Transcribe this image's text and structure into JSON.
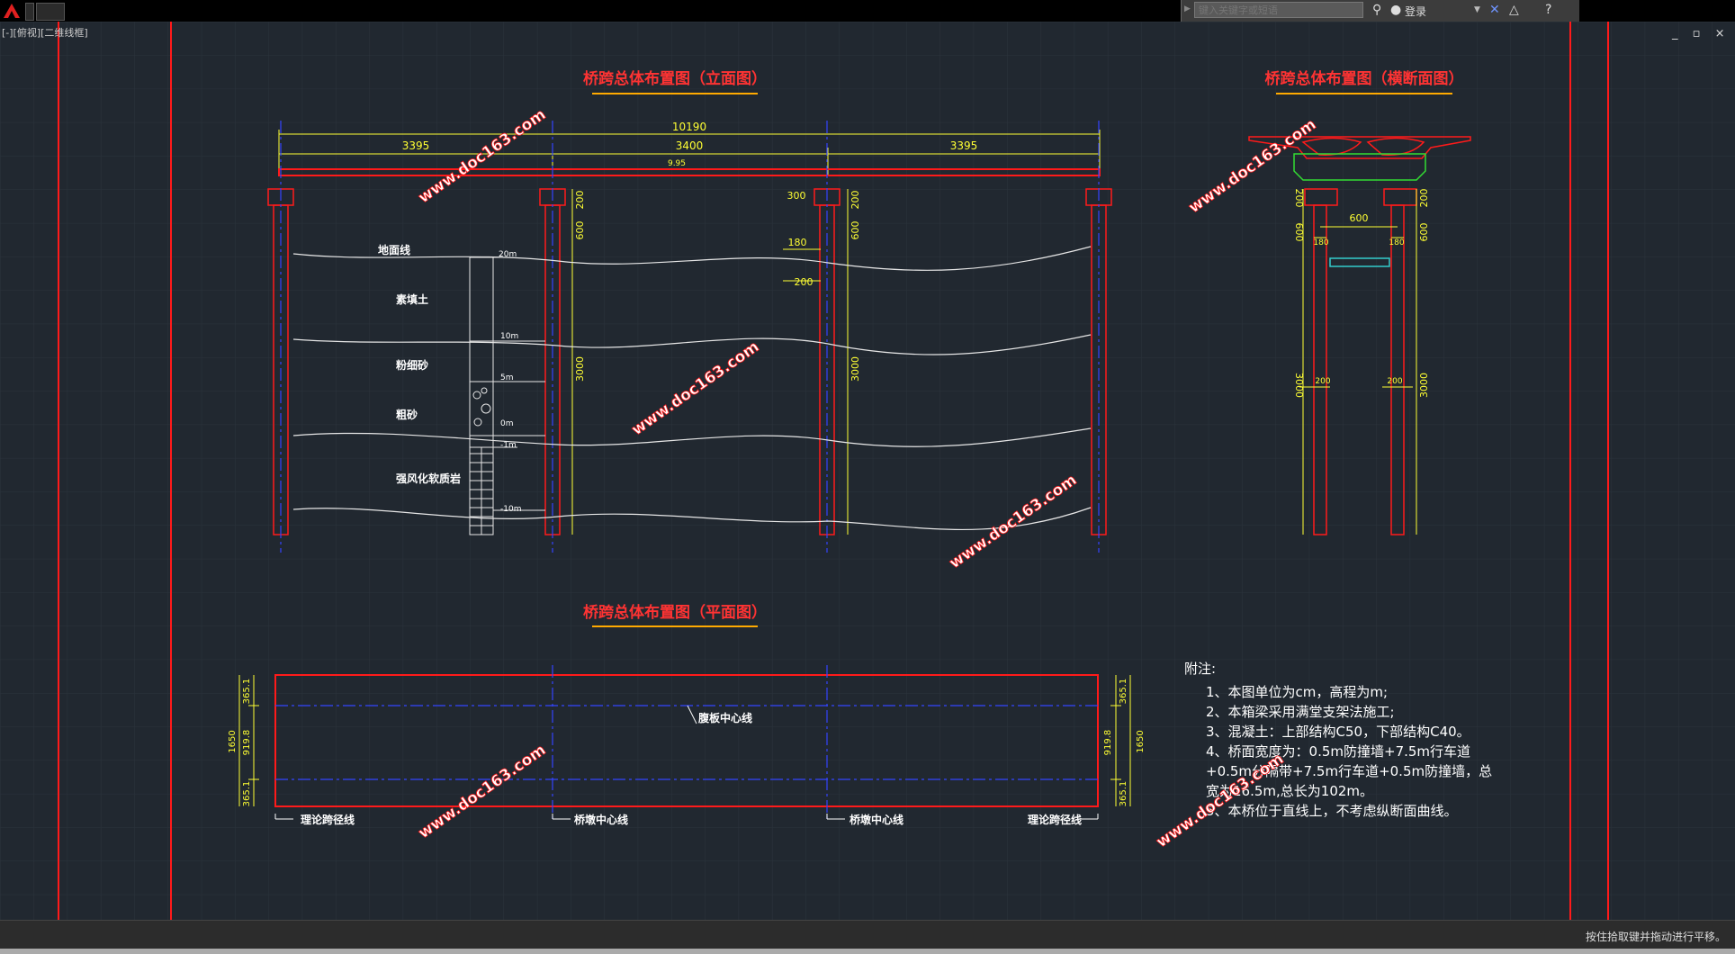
{
  "app": {
    "search_placeholder": "键入关键字或短语",
    "login_label": "登录",
    "viewport_label": "[-][俯视][二维线框]",
    "status_text": "按住拾取键并拖动进行平移。",
    "window_controls": "_ ▫ ×"
  },
  "drawing": {
    "elevation": {
      "title": "桥跨总体布置图（立面图）",
      "total_dim": "10190",
      "span_dims": [
        "3395",
        "3400",
        "3395"
      ],
      "deck_mark": "9.95",
      "pier_dims": {
        "cap_h": "200",
        "col_h": "600",
        "cap_w": "300",
        "col_w": "180",
        "pile_w": "200",
        "pile_h": "3000"
      },
      "layers": [
        "地面线",
        "素填土",
        "粉细砂",
        "粗砂",
        "强风化软质岩"
      ],
      "elevations": [
        "20m",
        "10m",
        "5m",
        "0m",
        "-1m",
        "-10m"
      ]
    },
    "cross_section": {
      "title": "桥跨总体布置图（横断面图）",
      "dims": {
        "cap_h": "200",
        "col_h": "600",
        "spacing": "600",
        "col_w": "180",
        "pile_w": "200",
        "pile_h": "3000"
      }
    },
    "plan": {
      "title": "桥跨总体布置图（平面图）",
      "dims": [
        "365.1",
        "919.8",
        "365.1"
      ],
      "width": "1650",
      "centerline_label": "腹板中心线",
      "bottom_labels": [
        "理论跨径线",
        "桥墩中心线",
        "桥墩中心线",
        "理论跨径线"
      ]
    },
    "notes": {
      "header": "附注:",
      "lines": [
        "1、本图单位为cm，高程为m;",
        "2、本箱梁采用满堂支架法施工;",
        "3、混凝土：上部结构C50，下部结构C40。",
        "4、桥面宽度为：0.5m防撞墙+7.5m行车道",
        "+0.5m分隔带+7.5m行车道+0.5m防撞墙，总",
        "宽为16.5m,总长为102m。",
        "5、本桥位于直线上，不考虑纵断面曲线。"
      ]
    },
    "watermark": "www.doc163.com"
  },
  "colors": {
    "background": "#212830",
    "frame_red": "#ff1a1a",
    "dim_yellow": "#ffff33",
    "centerline_blue": "#3344ff",
    "title_red": "#ff3333",
    "title_underline": "#ffaa00",
    "green": "#33dd33",
    "cyan": "#33cccc",
    "watermark": "#ffffff"
  }
}
